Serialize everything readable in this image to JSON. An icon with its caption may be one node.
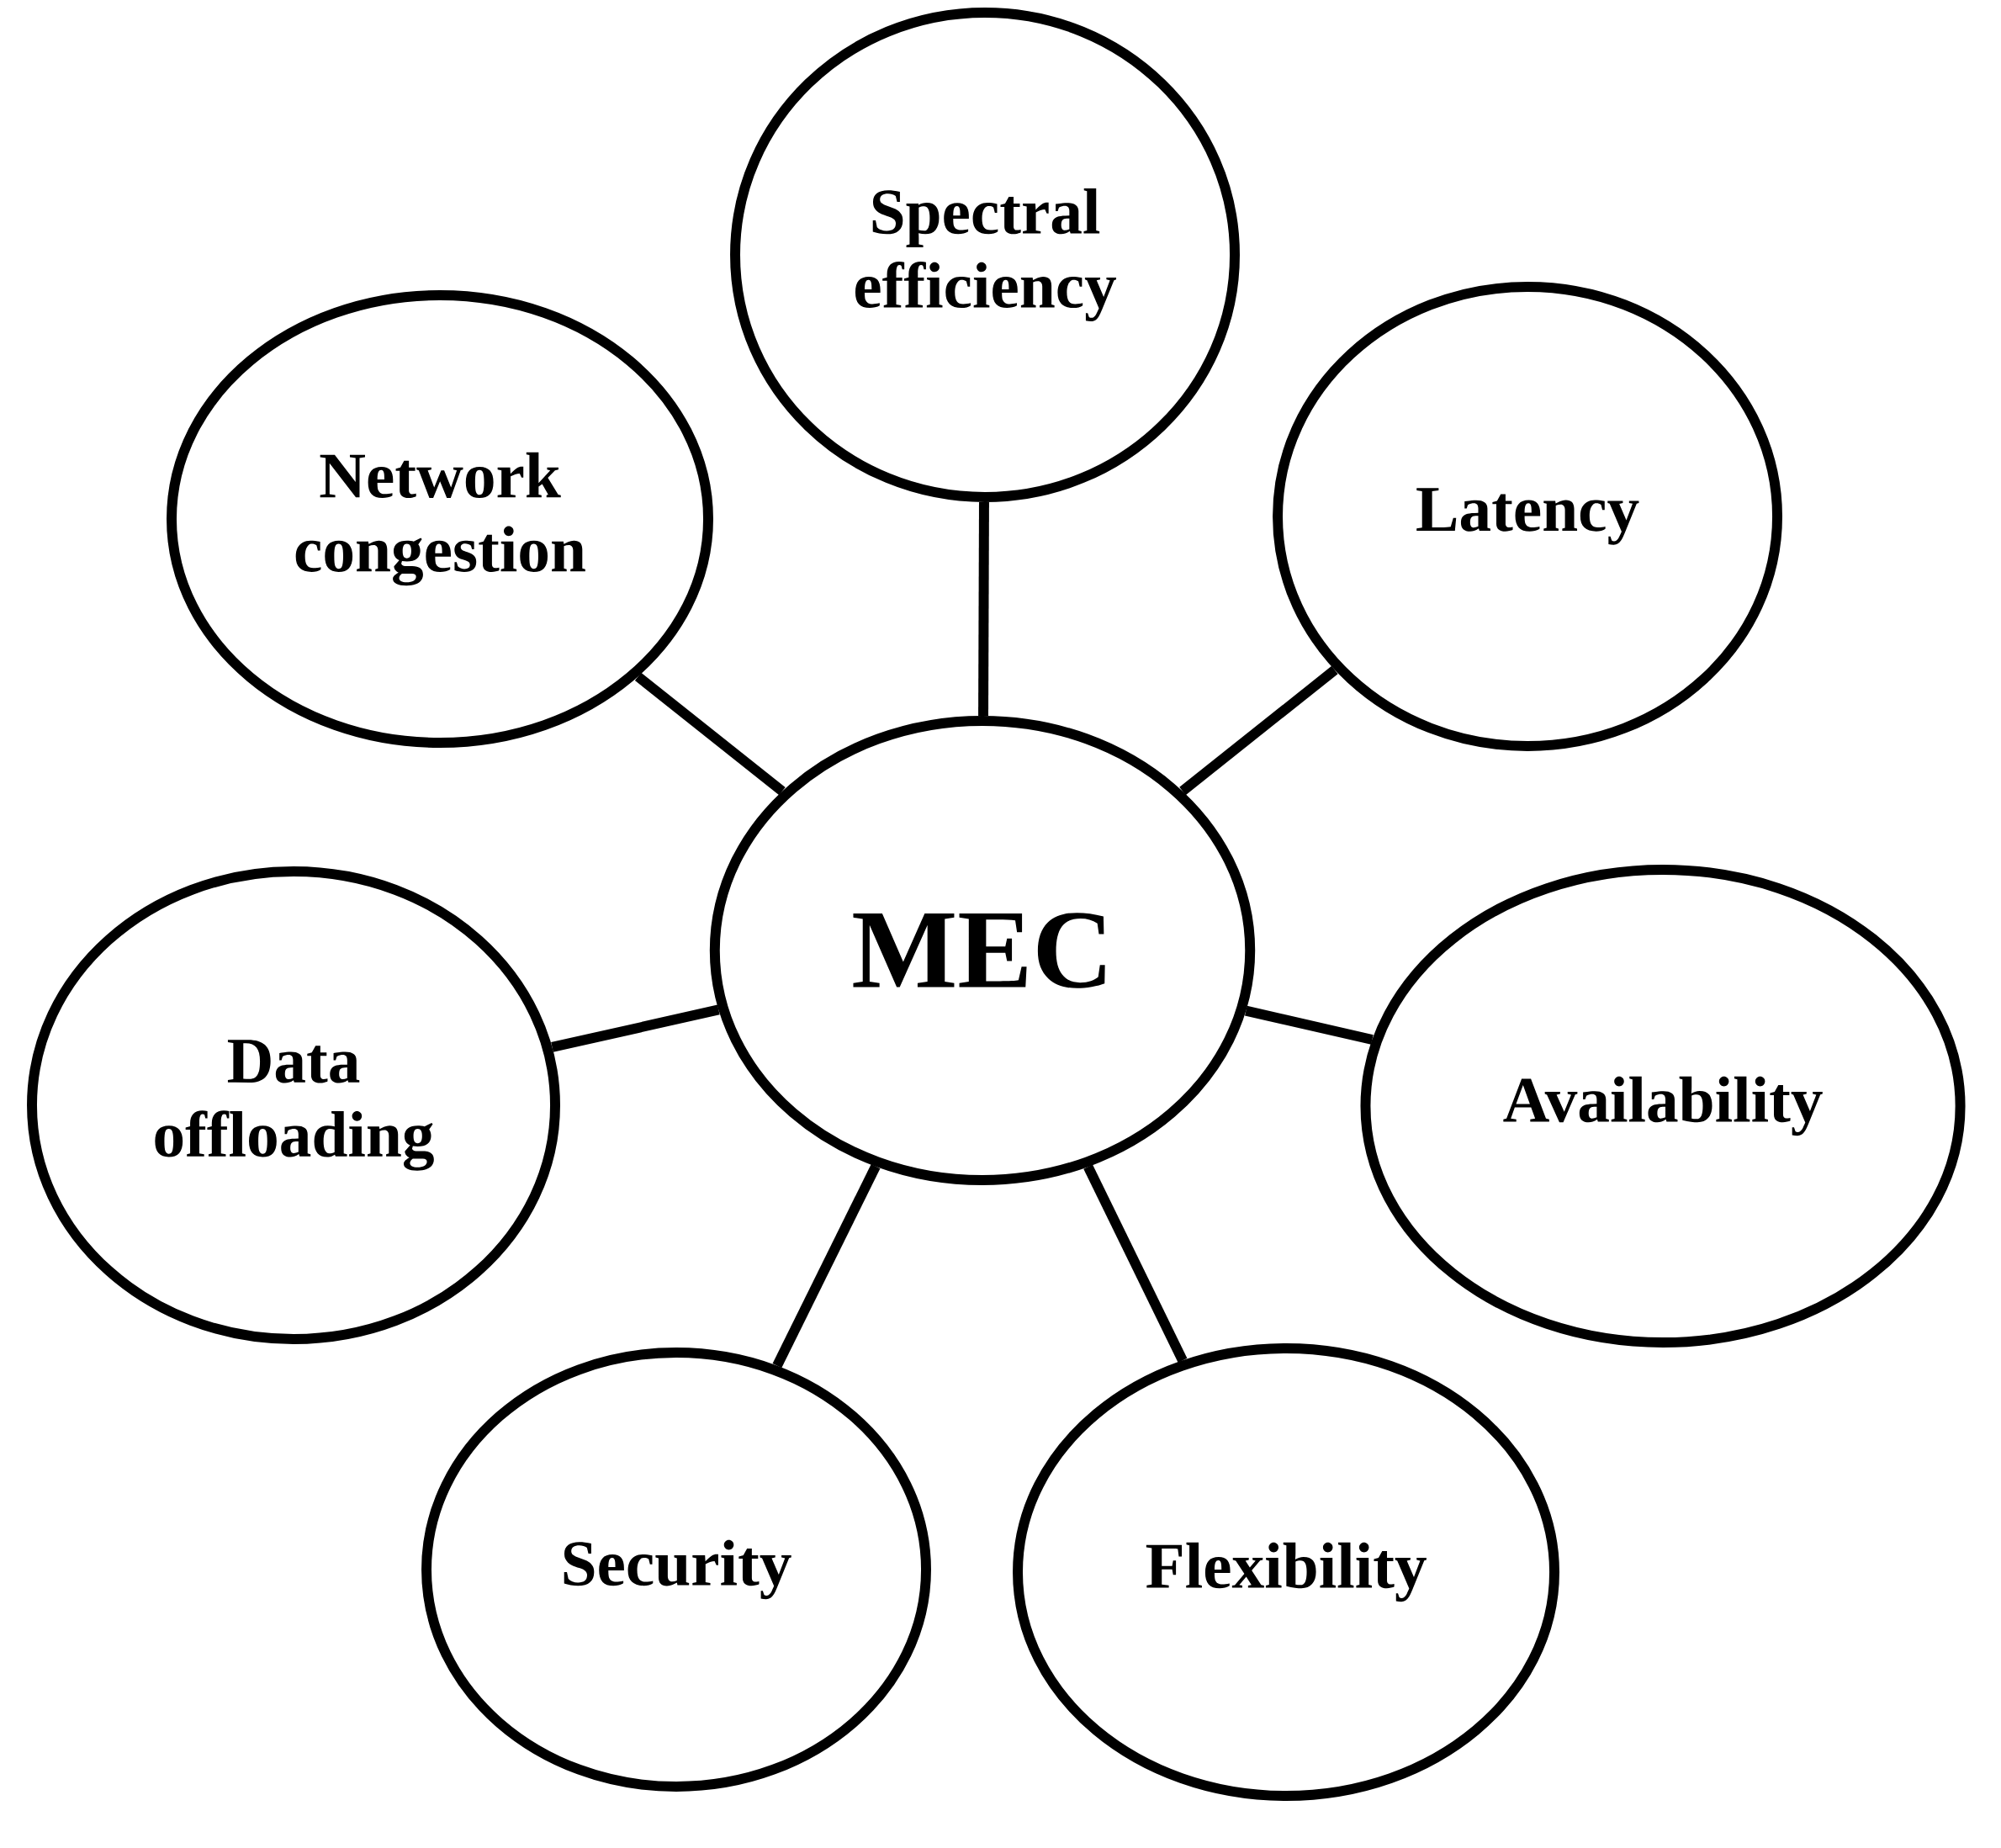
{
  "diagram": {
    "nodes": [
      {
        "text": [
          "MEC"
        ]
      },
      {
        "text": [
          "Spectral efficiency"
        ]
      },
      {
        "text": [
          "Network congestion"
        ]
      },
      {
        "text": [
          "Latency"
        ]
      },
      {
        "text": [
          "Data offloading"
        ]
      },
      {
        "text": [
          "Availability"
        ]
      },
      {
        "text": [
          "Security"
        ]
      },
      {
        "text": [
          "Flexibility"
        ]
      }
    ],
    "edges": [
      {
        "from": 0,
        "to": 1,
        "arrow": "none"
      },
      {
        "from": 0,
        "to": 2,
        "arrow": "none"
      },
      {
        "from": 0,
        "to": 3,
        "arrow": "none"
      },
      {
        "from": 0,
        "to": 4,
        "arrow": "none"
      },
      {
        "from": 0,
        "to": 5,
        "arrow": "none"
      },
      {
        "from": 0,
        "to": 6,
        "arrow": "none"
      },
      {
        "from": 0,
        "to": 7,
        "arrow": "none"
      }
    ]
  }
}
